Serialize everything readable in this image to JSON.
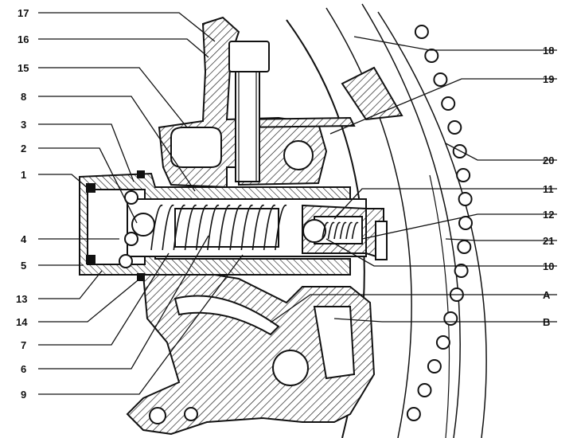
{
  "callouts_left": [
    "17",
    "16",
    "15",
    "8",
    "3",
    "2",
    "1",
    "4",
    "5",
    "13",
    "14",
    "7",
    "6",
    "9"
  ],
  "callouts_right": [
    "18",
    "19",
    "20",
    "11",
    "12",
    "21",
    "10",
    "A",
    "B"
  ],
  "colors": {
    "ink": "#111111",
    "paper": "#ffffff"
  },
  "style": "hatched mechanical cross-section with numbered leader-line callouts"
}
